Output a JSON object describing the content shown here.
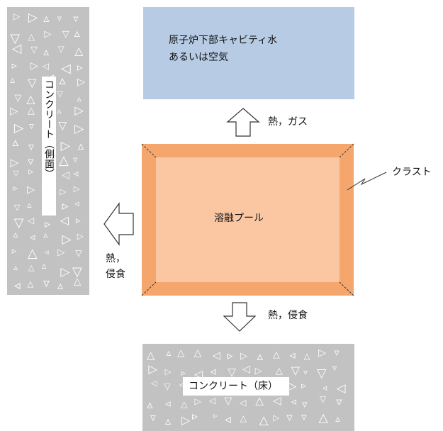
{
  "water_box": {
    "line1": "原子炉下部キャビティ水",
    "line2": "あるいは空気"
  },
  "labels": {
    "heat_gas": "熱，ガス",
    "crust": "クラスト",
    "melt_pool": "溶融プール",
    "side_heat": "熱，",
    "side_erosion": "侵食",
    "bottom_heat_erosion": "熱，侵食",
    "concrete_side": "コンクリート（側面）",
    "concrete_floor": "コンクリート（床）"
  },
  "colors": {
    "water": "#b7cce4",
    "crust": "#f4a66c",
    "pool": "#fbc7a2",
    "concrete": "#c2c2c2"
  }
}
